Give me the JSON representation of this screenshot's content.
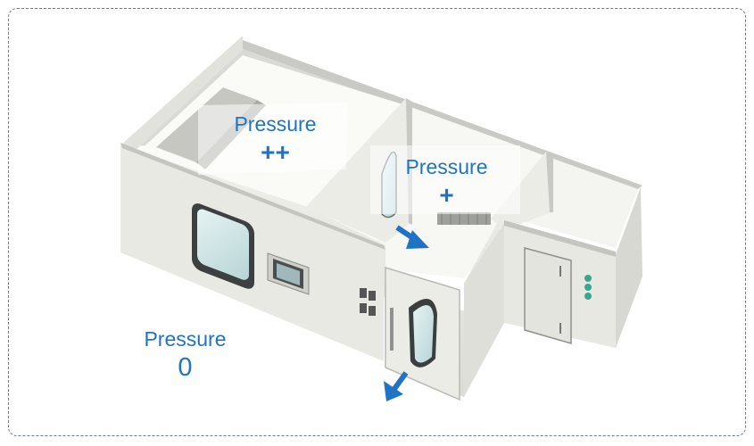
{
  "zones": [
    {
      "label": "Pressure",
      "level": "++"
    },
    {
      "label": "Pressure",
      "level": "+"
    },
    {
      "label": "Pressure",
      "level": "0"
    }
  ],
  "colors": {
    "label_text": "#1f73c4",
    "arrow": "#1f73c4",
    "wall": "#ecece6",
    "floor": "#fbfbf8",
    "indicator": "#3aa692"
  }
}
